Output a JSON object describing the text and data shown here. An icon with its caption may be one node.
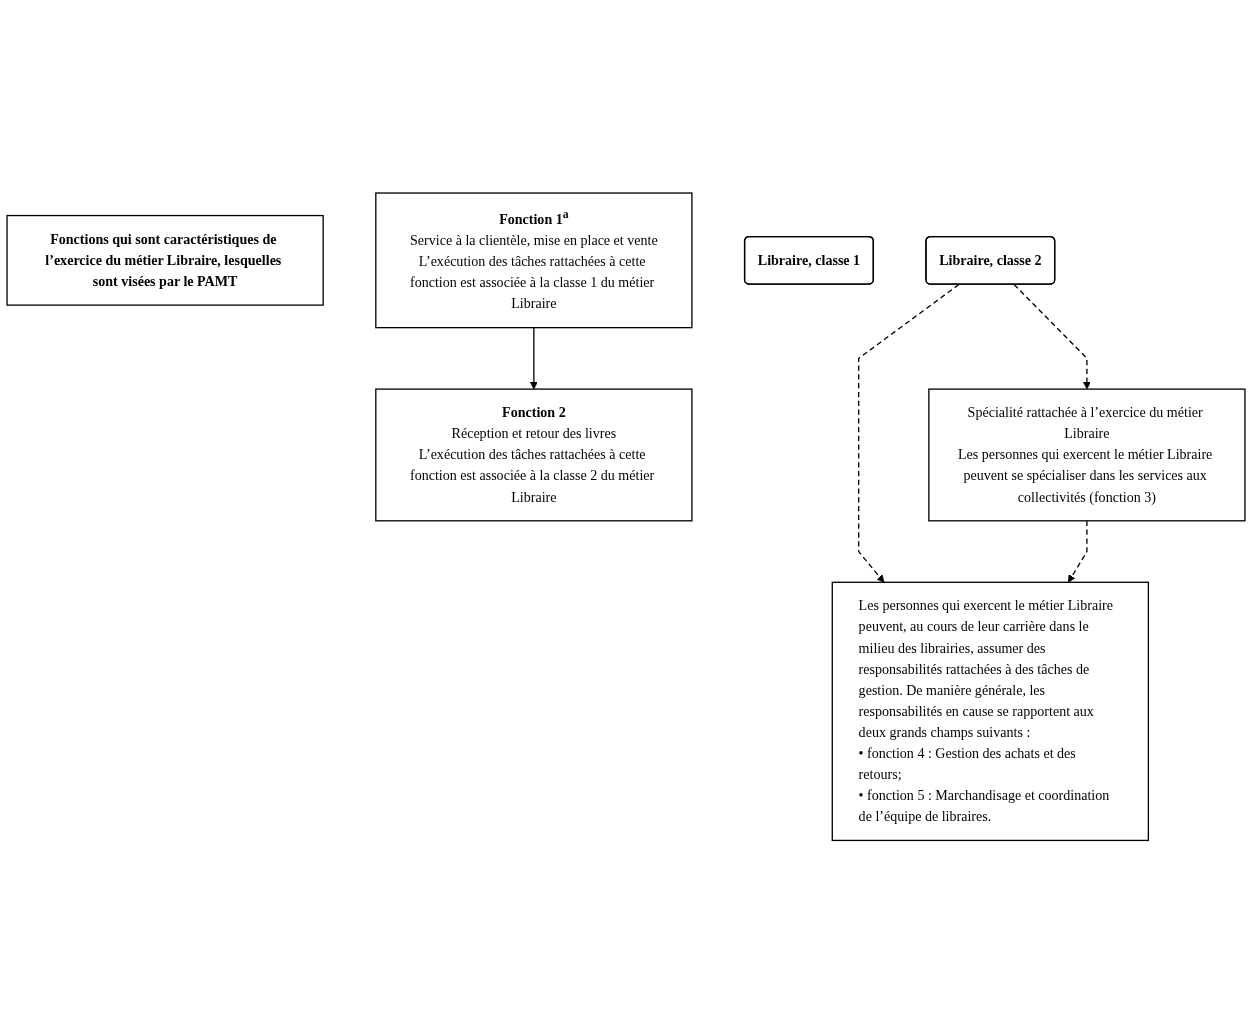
{
  "diagram": {
    "nodes": [
      {
        "text": [
          "Fonctions qui sont caractéristiques de l’exercice du métier Libraire, lesquelles sont visées par le PAMT"
        ]
      },
      {
        "text": [
          "Fonction 1$^{a}$",
          "Service à la clientèle, mise en place et vente",
          "L’exécution des tâches rattachées à cette fonction est associée à la classe 1 du métier Libraire"
        ]
      },
      {
        "text": [
          "Libraire, classe 1"
        ]
      },
      {
        "text": [
          "Fonction 2",
          "Réception et retour des livres",
          "L’exécution des tâches rattachées à cette fonction est associée à la classe 2 du métier Libraire"
        ]
      },
      {
        "text": [
          "Libraire, classe 2"
        ]
      },
      {
        "text": [
          "Spécialité rattachée à l’exercice du métier Libraire",
          "Les personnes qui exercent le métier Libraire peuvent se spécialiser dans les services aux collectivités (fonction 3)"
        ]
      },
      {
        "text": [
          "Les personnes qui exercent le métier Libraire peuvent, au cours de leur carrière dans le milieu des librairies, assumer des responsabilités rattachées à des tâches de gestion. De manière générale, les responsabilités en cause se rapportent aux deux grands champs suivants :",
          "• fonction 4 : Gestion des achats et des retours;",
          "• fonction 5 : Marchandisage et coordination de l’équipe de libraires."
        ]
      }
    ],
    "edges": [
      {
        "from": 1,
        "to": 3,
        "arrow": "to"
      },
      {
        "from": 4,
        "to": 5,
        "arrow": "to",
        "style": "dashed"
      },
      {
        "from": 4,
        "to": 6,
        "arrow": "to",
        "style": "dashed"
      },
      {
        "from": 5,
        "to": 6,
        "arrow": "to",
        "style": "dashed"
      }
    ]
  }
}
